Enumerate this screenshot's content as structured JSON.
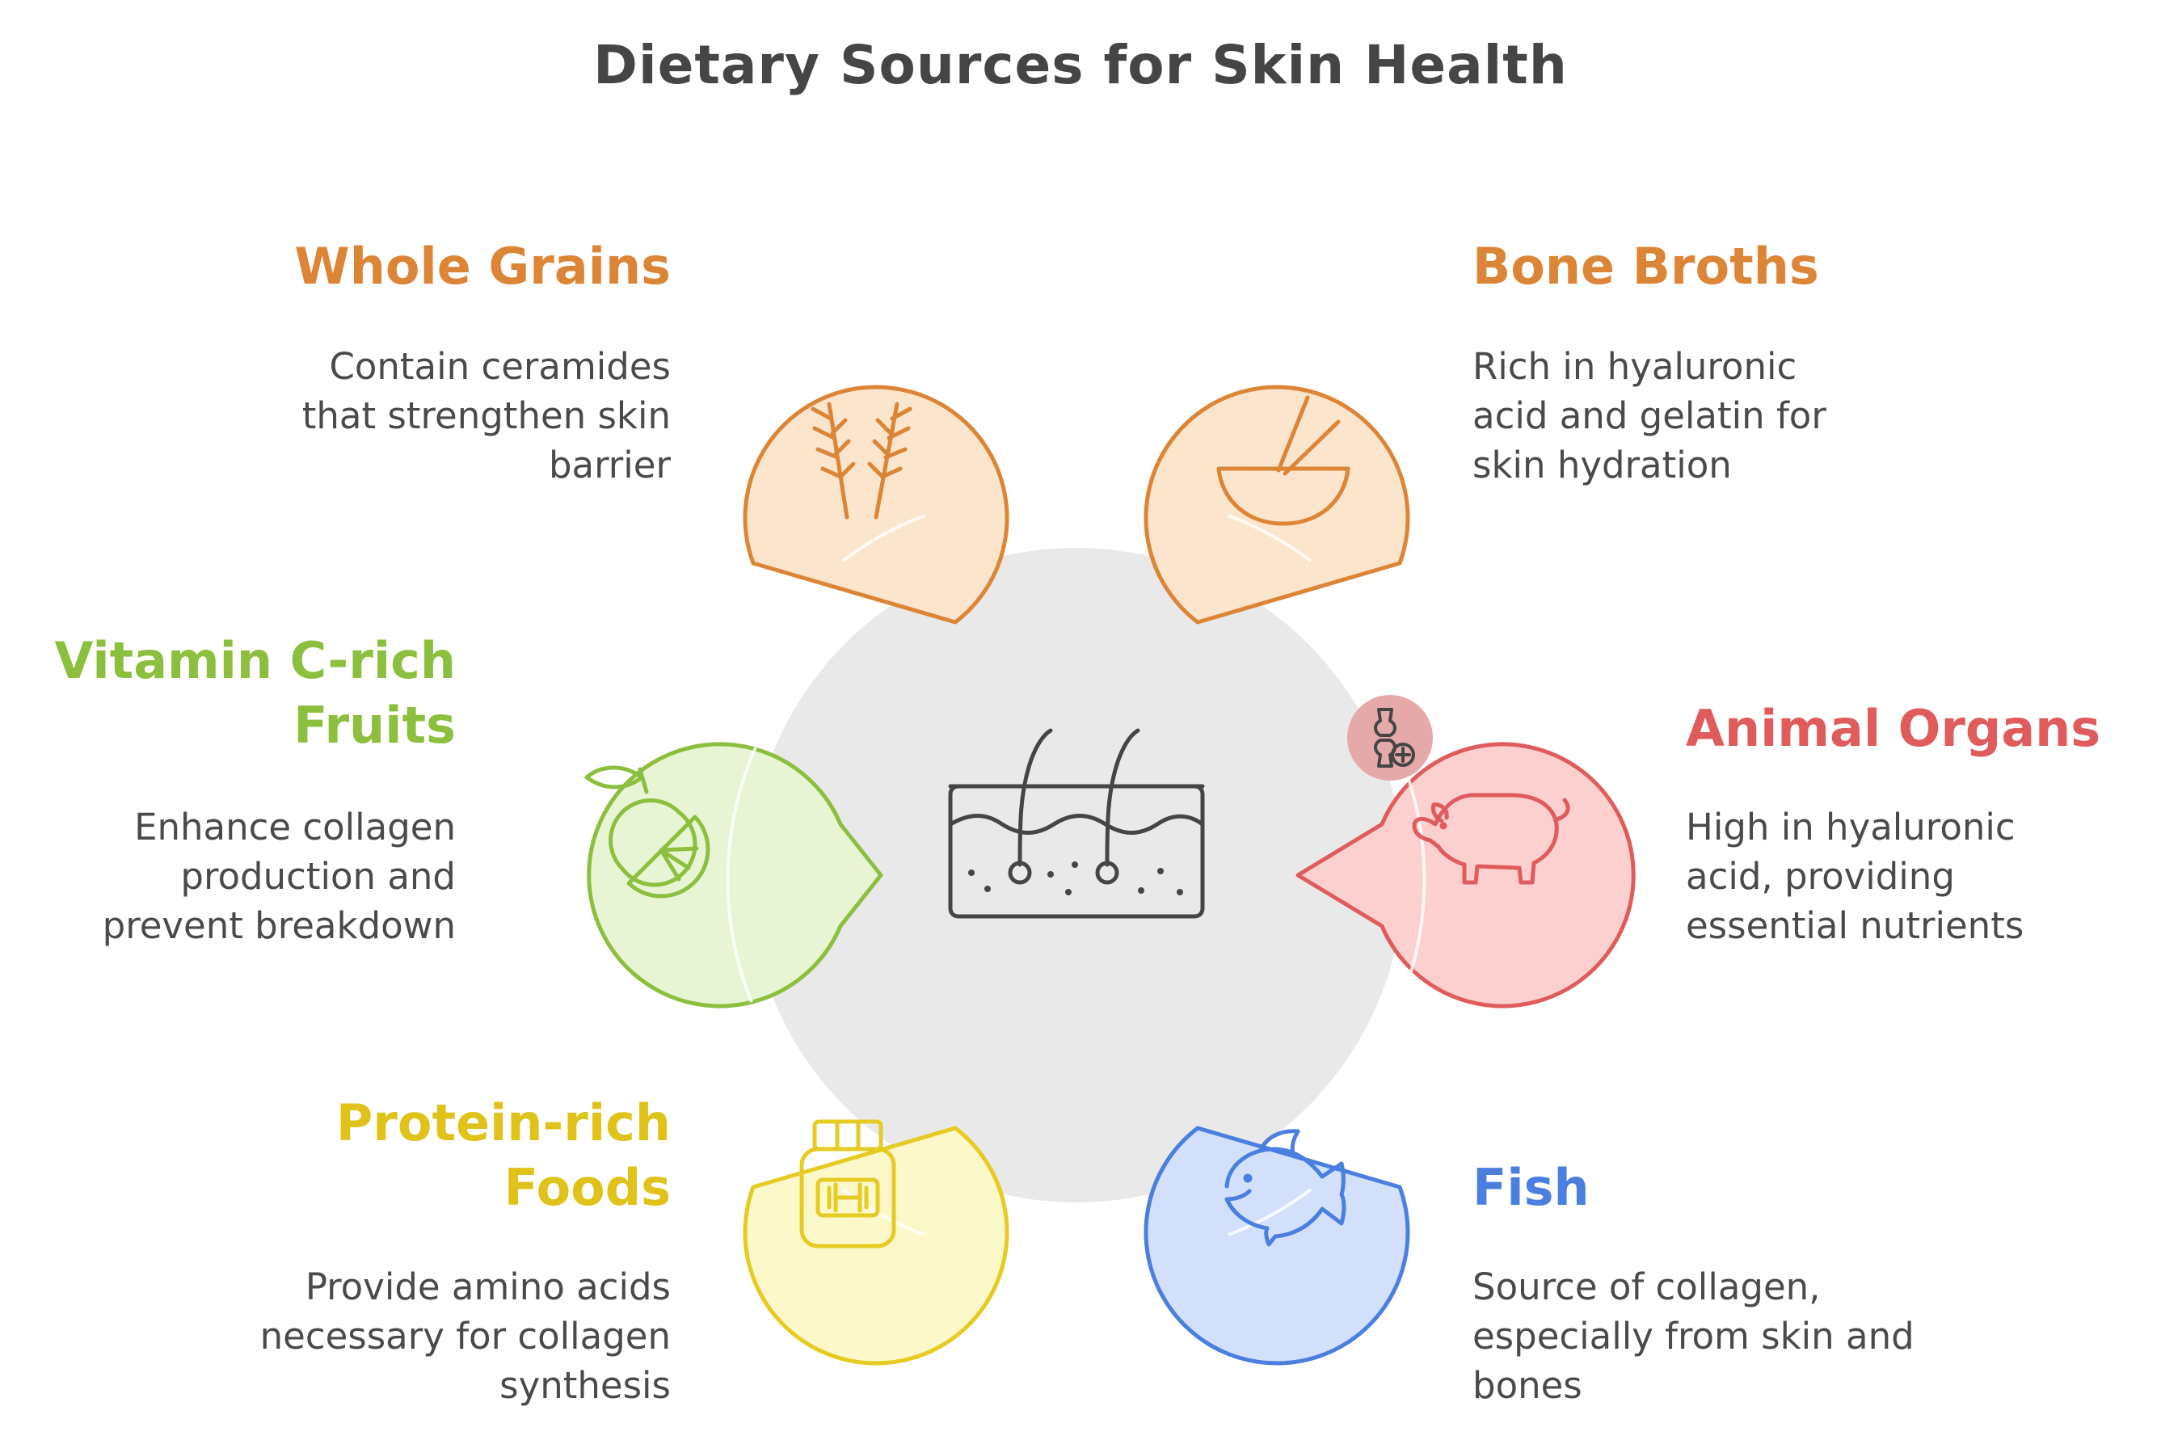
{
  "title": "Dietary Sources for Skin Health",
  "center": {
    "icon": "skin-hair-follicle-icon"
  },
  "items": [
    {
      "id": "whole-grains",
      "label": "Whole Grains",
      "description": [
        "Contain ceramides",
        "that strengthen skin",
        "barrier"
      ],
      "icon": "wheat-icon",
      "stroke": "#DD8536",
      "fill": "#FCE5CD",
      "text_color": "#DD8536"
    },
    {
      "id": "bone-broths",
      "label": "Bone Broths",
      "description": [
        "Rich in hyaluronic",
        "acid and gelatin for",
        "skin hydration"
      ],
      "icon": "bowl-with-chopsticks-icon",
      "stroke": "#DD8536",
      "fill": "#FCE5CD",
      "text_color": "#DD8536"
    },
    {
      "id": "vitamin-c-fruits",
      "label": [
        "Vitamin C-rich",
        "Fruits"
      ],
      "description": [
        "Enhance collagen",
        "production and",
        "prevent breakdown"
      ],
      "icon": "citrus-fruit-icon",
      "stroke": "#8DBF3E",
      "fill": "#E8F5D5",
      "text_color": "#8DBF3E"
    },
    {
      "id": "animal-organs",
      "label": "Animal Organs",
      "description": [
        "High in hyaluronic",
        "acid, providing",
        "essential nutrients"
      ],
      "icon": "pig-icon",
      "badge_icon": "joint-health-icon",
      "stroke": "#E05C5C",
      "fill": "#FDD0D0",
      "text_color": "#E05C5C"
    },
    {
      "id": "protein-foods",
      "label": [
        "Protein-rich",
        "Foods"
      ],
      "description": [
        "Provide amino acids",
        "necessary for collagen",
        "synthesis"
      ],
      "icon": "protein-jar-icon",
      "stroke": "#E5CB22",
      "fill": "#FDF8C9",
      "text_color": "#E0C31A"
    },
    {
      "id": "fish",
      "label": "Fish",
      "description": [
        "Source of collagen,",
        "especially from skin and",
        "bones"
      ],
      "icon": "fish-icon",
      "stroke": "#4A7FE0",
      "fill": "#D2E0FB",
      "text_color": "#4A7FE0"
    }
  ],
  "colors": {
    "title": "#454545",
    "body_text": "#4A4A4A",
    "center_circle": "#E9E9E9",
    "icon_stroke": "#454545"
  }
}
